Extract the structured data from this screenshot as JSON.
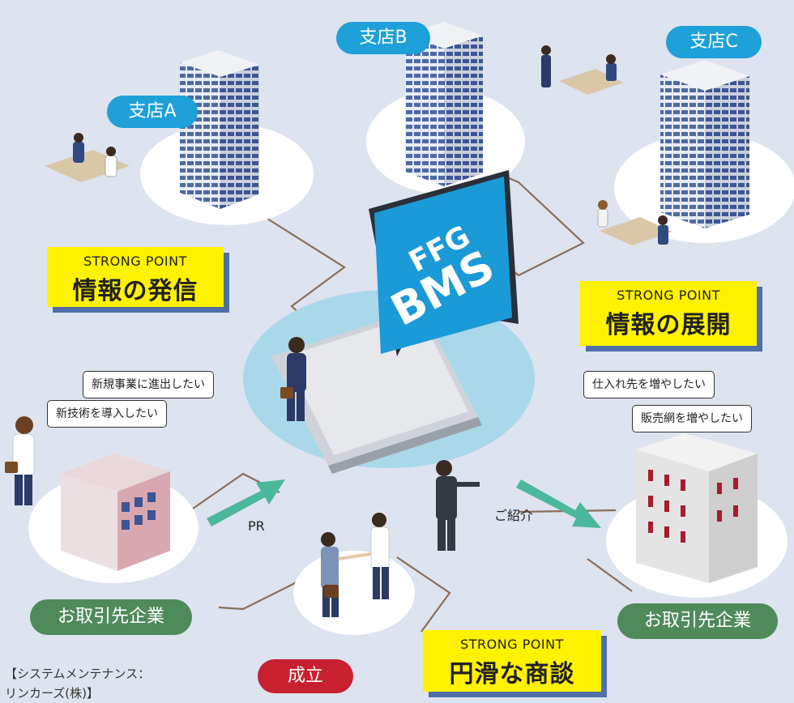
{
  "branches": {
    "a": "支店A",
    "b": "支店B",
    "c": "支店C"
  },
  "product_logo": {
    "line1": "FFG",
    "line2": "BMS"
  },
  "strong_points": [
    {
      "label": "STRONG POINT",
      "title": "情報の発信"
    },
    {
      "label": "STRONG POINT",
      "title": "情報の展開"
    },
    {
      "label": "STRONG POINT",
      "title": "円滑な商談"
    }
  ],
  "left_company": {
    "label": "お取引先企業",
    "bubbles": [
      "新規事業に進出したい",
      "新技術を導入したい"
    ]
  },
  "right_company": {
    "label": "お取引先企業",
    "bubbles": [
      "仕入れ先を増やしたい",
      "販売網を増やしたい"
    ]
  },
  "flows": {
    "pr": "PR",
    "introduction": "ご紹介"
  },
  "deal_badge": "成立",
  "maintenance_note": {
    "line1": "【システムメンテナンス：",
    "line2": "リンカーズ(株)】"
  },
  "colors": {
    "background": "#dde3ef",
    "pill_blue": "#1ea0d8",
    "pill_green": "#4f8a5b",
    "pill_red": "#c8202f",
    "highlight_yellow": "#fff200",
    "shadow_blue": "#4f6fa8",
    "connector": "#8a6e5a",
    "arrow_green": "#4cb89a"
  },
  "icons": [
    "office-building-icon",
    "laptop-icon",
    "businessperson-icon",
    "handshake-icon",
    "desk-workers-icon"
  ]
}
